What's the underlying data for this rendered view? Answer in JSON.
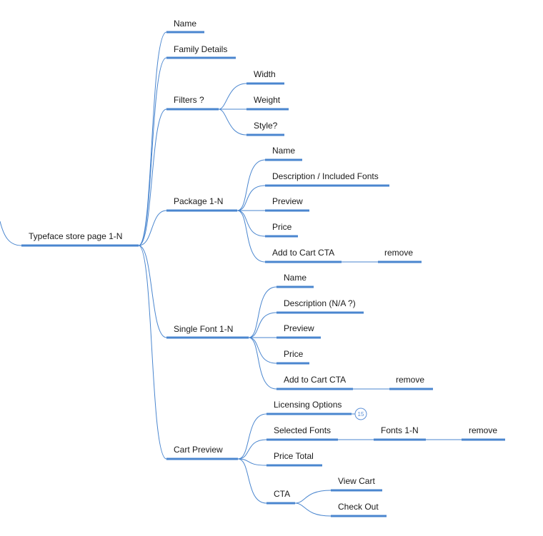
{
  "mindmap": {
    "root": "Typeface store page 1-N",
    "colors": {
      "branch": "#4a86cf",
      "badge": "#5b8fd6",
      "text": "#1a1a1a"
    },
    "nodes": {
      "name": "Name",
      "family_details": "Family Details",
      "filters": "Filters ?",
      "width": "Width",
      "weight": "Weight",
      "style": "Style?",
      "package": "Package 1-N",
      "pkg_name": "Name",
      "pkg_description": "Description / Included Fonts",
      "pkg_preview": "Preview",
      "pkg_price": "Price",
      "pkg_add_to_cart": "Add to Cart CTA",
      "pkg_remove": "remove",
      "single_font": "Single Font 1-N",
      "sf_name": "Name",
      "sf_description": "Description (N/A ?)",
      "sf_preview": "Preview",
      "sf_price": "Price",
      "sf_add_to_cart": "Add to Cart CTA",
      "sf_remove": "remove",
      "cart_preview": "Cart Preview",
      "licensing_options": "Licensing Options",
      "licensing_badge": "15",
      "selected_fonts": "Selected Fonts",
      "fonts": "Fonts 1-N",
      "sel_remove": "remove",
      "price_total": "Price Total",
      "cta": "CTA",
      "view_cart": "View Cart",
      "check_out": "Check Out"
    }
  }
}
